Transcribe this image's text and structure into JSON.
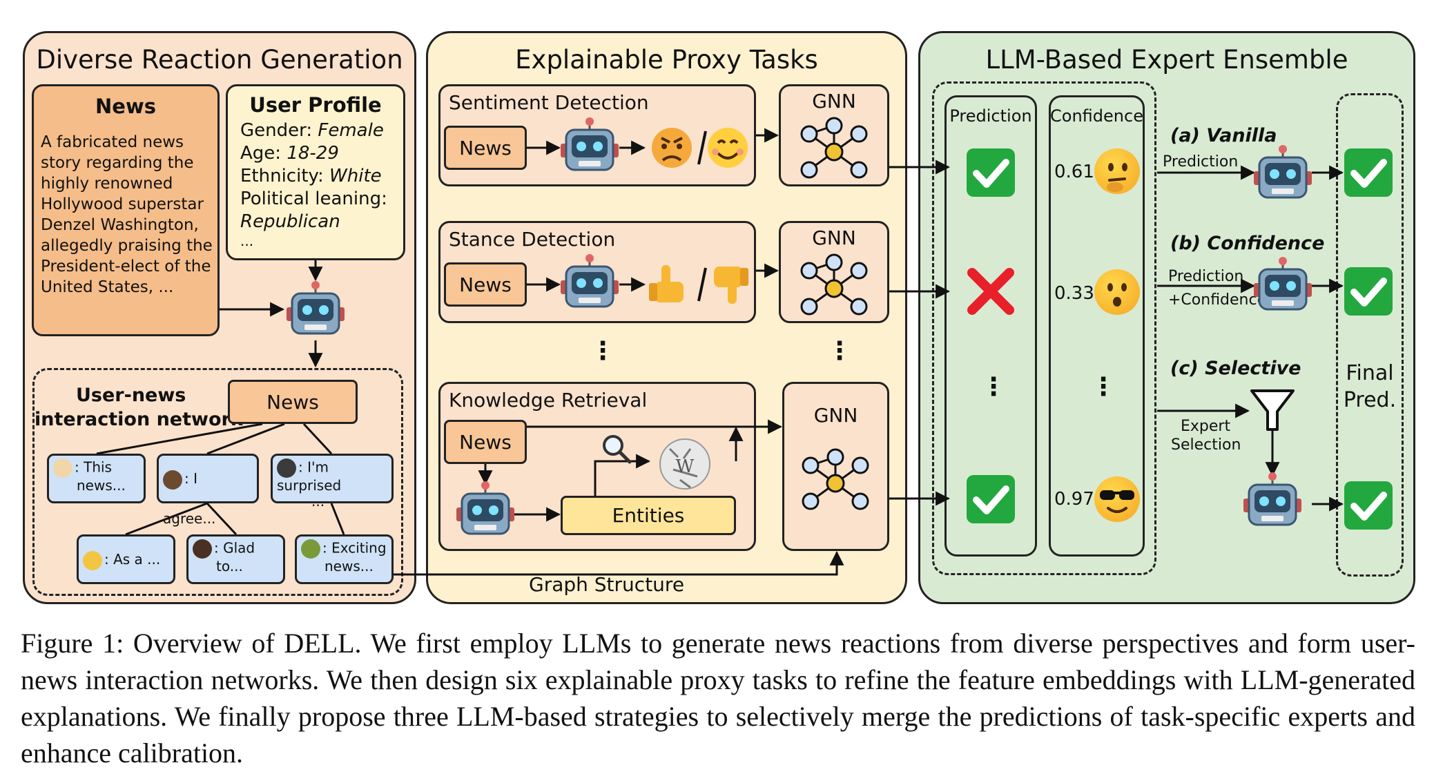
{
  "panels": {
    "left": {
      "title": "Diverse Reaction Generation",
      "news_title": "News",
      "news_text": "A fabricated news story regarding the highly renowned Hollywood superstar Denzel Washington, allegedly praising the President-elect of the United States, ...",
      "profile_title": "User Profile",
      "profile": {
        "gender_label": "Gender:",
        "gender": "Female",
        "age_label": "Age:",
        "age": "18-29",
        "ethnicity_label": "Ethnicity:",
        "ethnicity": "White",
        "political_label": "Political leaning:",
        "political": "Republican",
        "more": "..."
      },
      "network_label_1": "User-news",
      "network_label_2": "interaction network",
      "network_news": "News",
      "users": [
        {
          "text": ": This news...",
          "line1": ": This",
          "line2": "news..."
        },
        {
          "text": ": I agree...",
          "line1": ": I agree...",
          "line2": ""
        },
        {
          "text": ": I'm surprised ...",
          "line1": ": I'm surprised",
          "line2": "..."
        },
        {
          "text": ": As a ...",
          "line1": ": As a ...",
          "line2": ""
        },
        {
          "text": ": Glad to...",
          "line1": ": Glad",
          "line2": "to..."
        },
        {
          "text": ": Exciting news...",
          "line1": ": Exciting",
          "line2": "news..."
        }
      ]
    },
    "middle": {
      "title": "Explainable Proxy Tasks",
      "tasks": [
        {
          "name": "Sentiment Detection",
          "news": "News",
          "gnn": "GNN"
        },
        {
          "name": "Stance Detection",
          "news": "News",
          "gnn": "GNN"
        },
        {
          "name": "Knowledge Retrieval",
          "news": "News",
          "gnn": "GNN",
          "entities": "Entities"
        }
      ],
      "ellipsis": "⋮",
      "graph_structure": "Graph Structure"
    },
    "right": {
      "title": "LLM-Based Expert Ensemble",
      "prediction_header": "Prediction",
      "confidence_header": "Confidence",
      "confidences": [
        "0.61",
        "0.33",
        "0.97"
      ],
      "ellipsis": "⋮",
      "strategies": [
        {
          "label": "(a) Vanilla",
          "arrow_text_1": "Prediction",
          "arrow_text_2": ""
        },
        {
          "label": "(b) Confidence",
          "arrow_text_1": "Prediction",
          "arrow_text_2": "+Confidence"
        },
        {
          "label": "(c) Selective",
          "arrow_text_1": "Expert",
          "arrow_text_2": "Selection"
        }
      ],
      "final_1": "Final",
      "final_2": "Pred."
    }
  },
  "caption": "Figure 1: Overview of DELL. We first employ LLMs to generate news reactions from diverse perspectives and form user-news interaction networks. We then design six explainable proxy tasks to refine the feature embeddings with LLM-generated explanations. We finally propose three LLM-based strategies to selectively merge the predictions of task-specific experts and enhance calibration.",
  "colors": {
    "left_panel": "#fbe2cc",
    "middle_panel": "#fdf1cf",
    "right_panel": "#d9ead3",
    "news_box": "#f9c697",
    "user_box": "#cfe2f7",
    "entities_box": "#ffe599",
    "check": "#22a83e",
    "cross": "#e8202a"
  }
}
